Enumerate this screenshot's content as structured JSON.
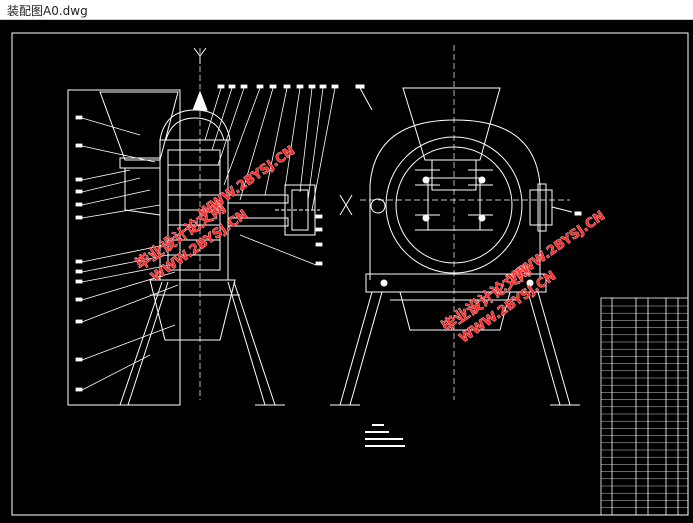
{
  "window": {
    "title": "装配图A0.dwg"
  },
  "watermark": {
    "line1": "毕业设计论文网",
    "line2": "WWW.2BYSJ.CN",
    "color": "#ff2a2a"
  },
  "drawing": {
    "background": "#000000",
    "line_color": "#ffffff"
  }
}
